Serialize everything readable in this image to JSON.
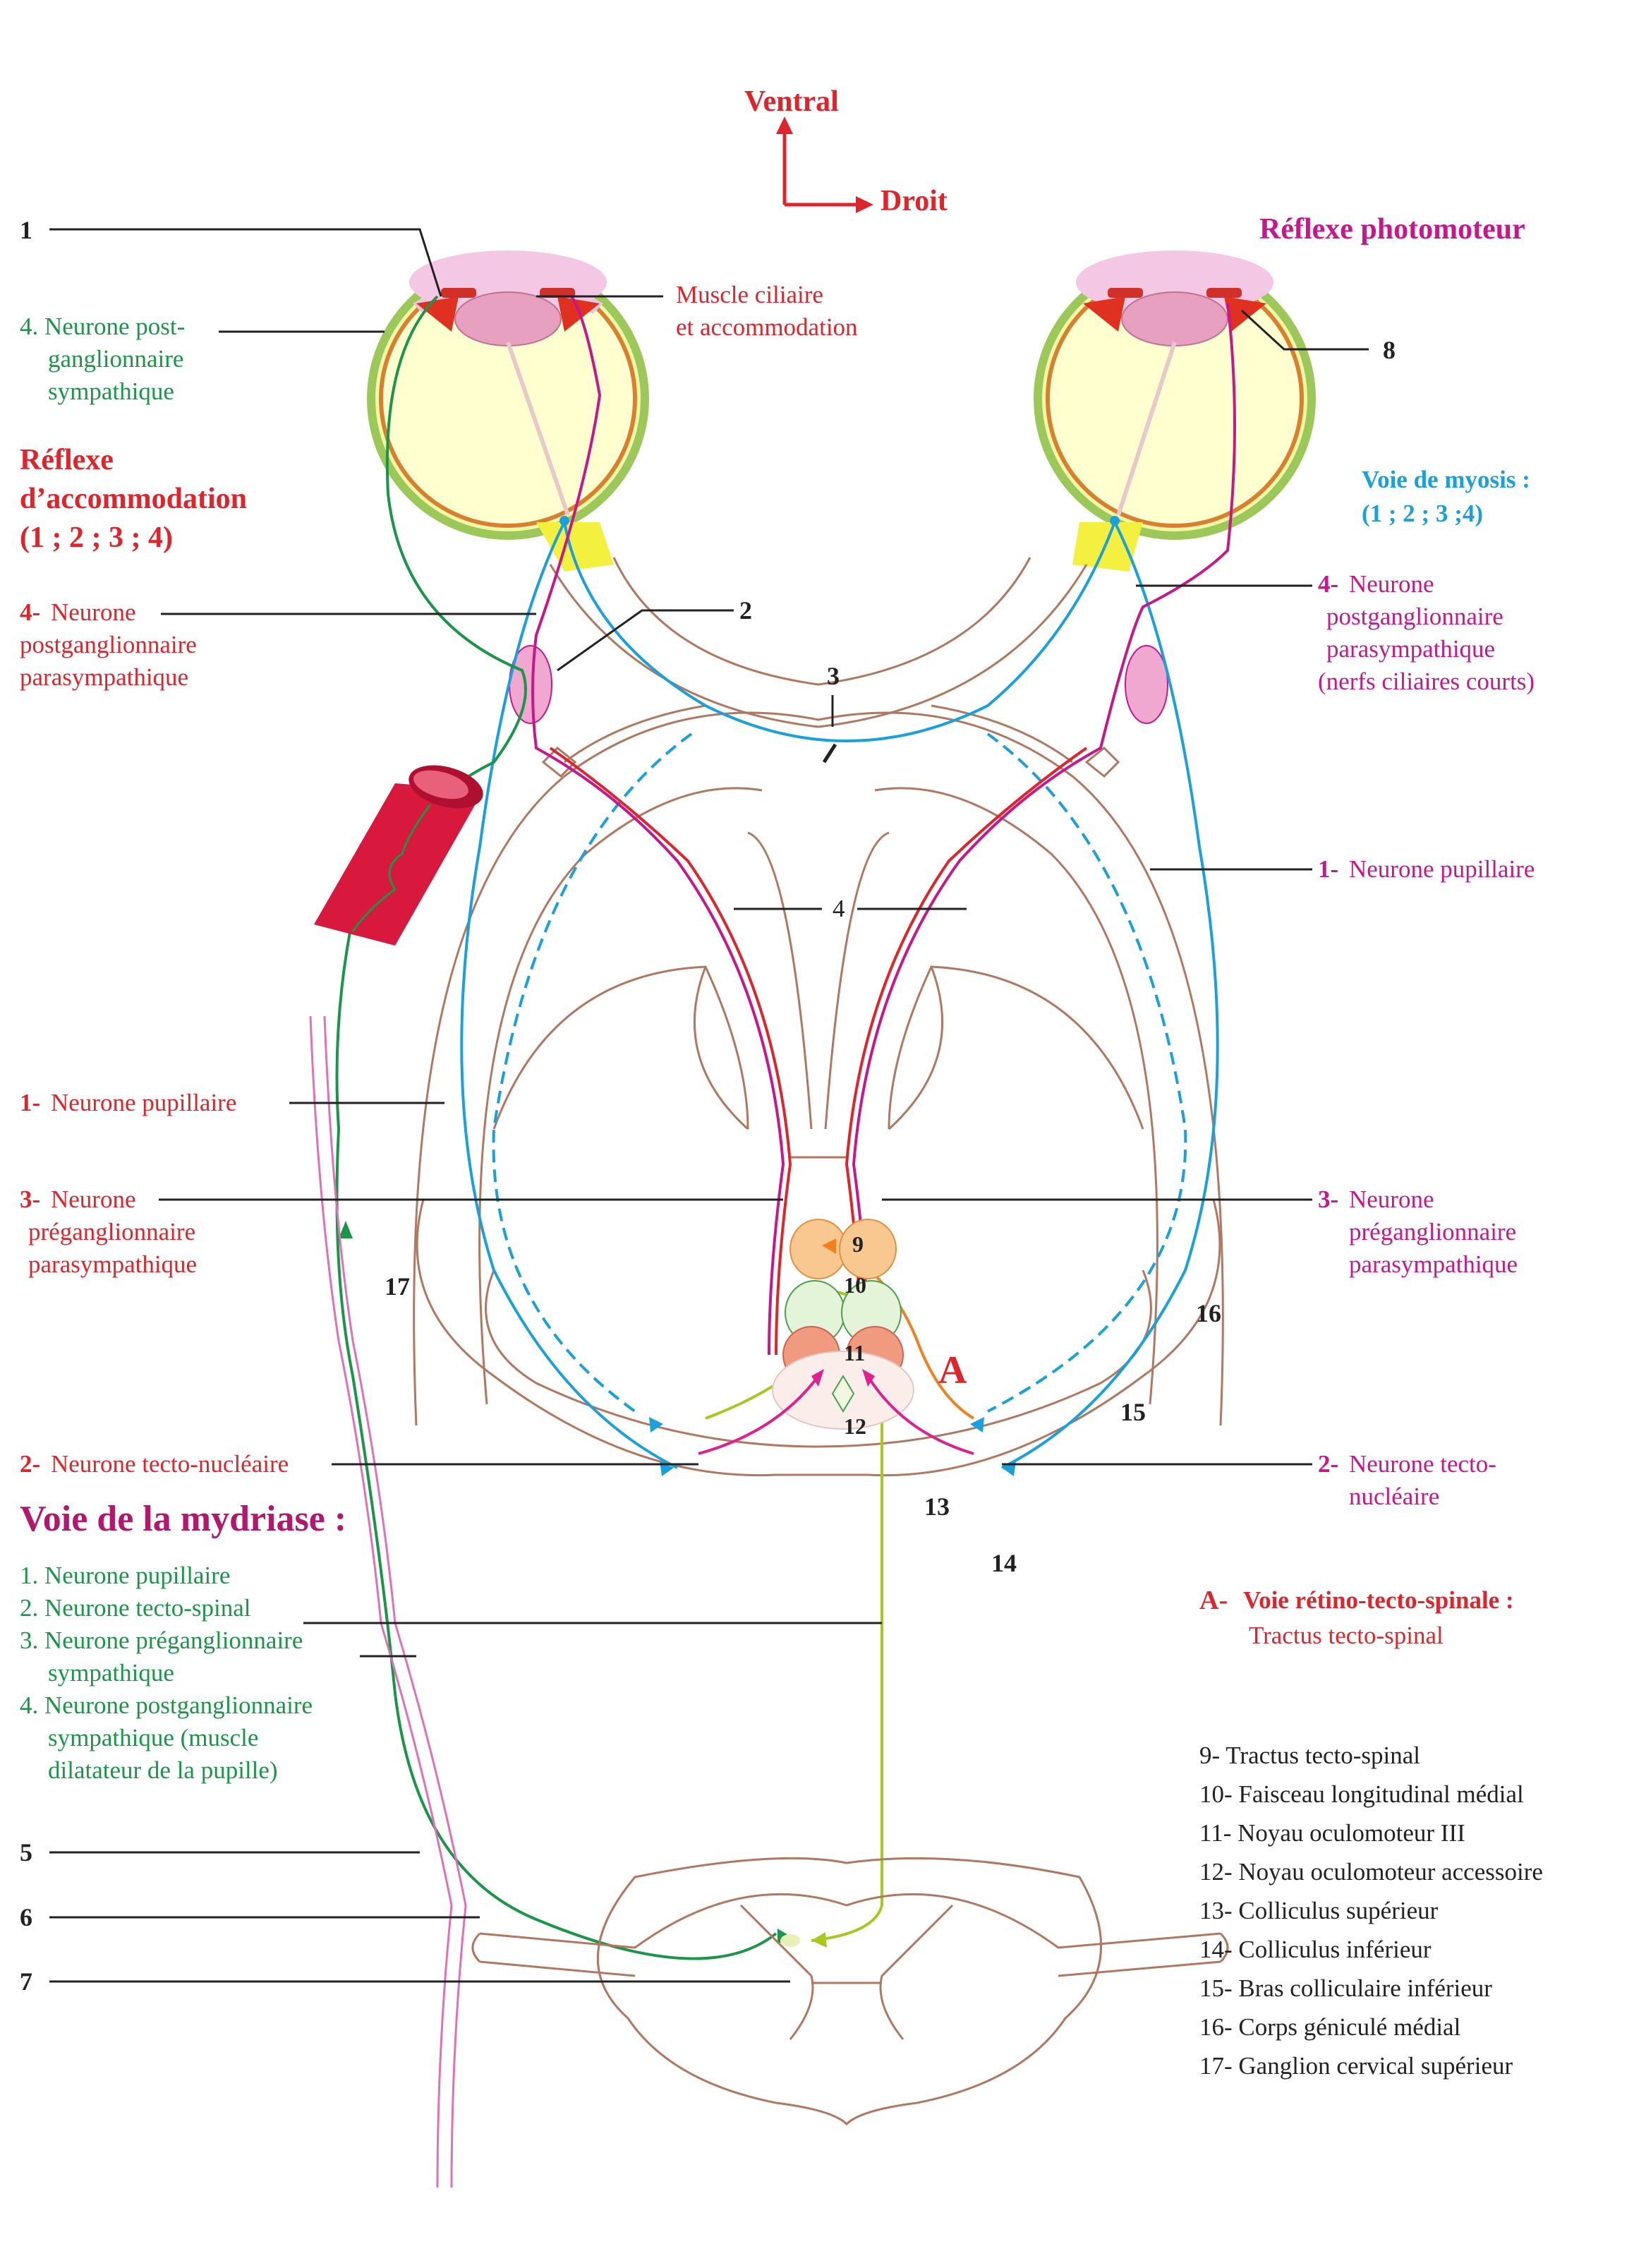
{
  "orientation": {
    "ventral": "Ventral",
    "droit": "Droit"
  },
  "headings": {
    "photomoteur": "Réflexe photomoteur",
    "accommodation": [
      "Réflexe",
      "d’accommodation",
      "(1 ; 2 ; 3 ; 4)"
    ],
    "myosis": [
      "Voie de myosis :",
      "(1 ; 2 ; 3 ;4)"
    ],
    "mydriase": "Voie de la mydriase :",
    "voieA_title": "Voie rétino-tecto-spinale :",
    "voieA_prefix": "A-",
    "voieA_sub": "Tractus tecto-spinal"
  },
  "left_labels": {
    "n1": "1",
    "postgang_symp": [
      "4. Neurone post-",
      "ganglionnaire",
      "sympathique"
    ],
    "postgang_para_num": "4-",
    "postgang_para": [
      "Neurone",
      "postganglionnaire",
      "parasympathique"
    ],
    "pupillaire_num": "1-",
    "pupillaire": "Neurone pupillaire",
    "pregang_num": "3-",
    "pregang": [
      "Neurone",
      "préganglionnaire",
      "parasympathique"
    ],
    "tecto_num": "2-",
    "tecto": "Neurone tecto-nucléaire",
    "n5": "5",
    "n6": "6",
    "n7": "7"
  },
  "mydriase_list": [
    "1. Neurone pupillaire",
    "2. Neurone tecto-spinal",
    "3. Neurone préganglionnaire",
    "sympathique",
    "4. Neurone postganglionnaire",
    "sympathique (muscle",
    "dilatateur de la pupille)"
  ],
  "right_labels": {
    "n8": "8",
    "ciliaire": [
      "Muscle ciliaire",
      "et accommodation"
    ],
    "postgang_para_num": "4-",
    "postgang_para": [
      "Neurone",
      "postganglionnaire",
      "parasympathique",
      "(nerfs ciliaires courts)"
    ],
    "pupillaire_num": "1-",
    "pupillaire": "Neurone pupillaire",
    "pregang_num": "3-",
    "pregang": [
      "Neurone",
      "préganglionnaire",
      "parasympathique"
    ],
    "tecto_num": "2-",
    "tecto": [
      "Neurone tecto-",
      "nucléaire"
    ]
  },
  "numbers": {
    "n2": "2",
    "n3": "3",
    "n4": "4",
    "n9": "9",
    "n10": "10",
    "n11": "11",
    "n12": "12",
    "n13": "13",
    "n14": "14",
    "n15": "15",
    "n16": "16",
    "n17": "17",
    "A": "A"
  },
  "legend": [
    "9- Tractus tecto-spinal",
    "10- Faisceau longitudinal médial",
    "11- Noyau oculomoteur III",
    "12- Noyau oculomoteur accessoire",
    "13- Colliculus supérieur",
    "14- Colliculus inférieur",
    "15- Bras colliculaire inférieur",
    "16- Corps géniculé médial",
    "17- Ganglion cervical supérieur"
  ],
  "colors": {
    "pupillary": "#1aa0dc",
    "parasympathetic": "#c8178c",
    "sympathetic": "#1a9648",
    "tectospinal": "#a8c81e",
    "outline": "#b07860",
    "red": "#e0242c",
    "orange": "#f08020"
  }
}
